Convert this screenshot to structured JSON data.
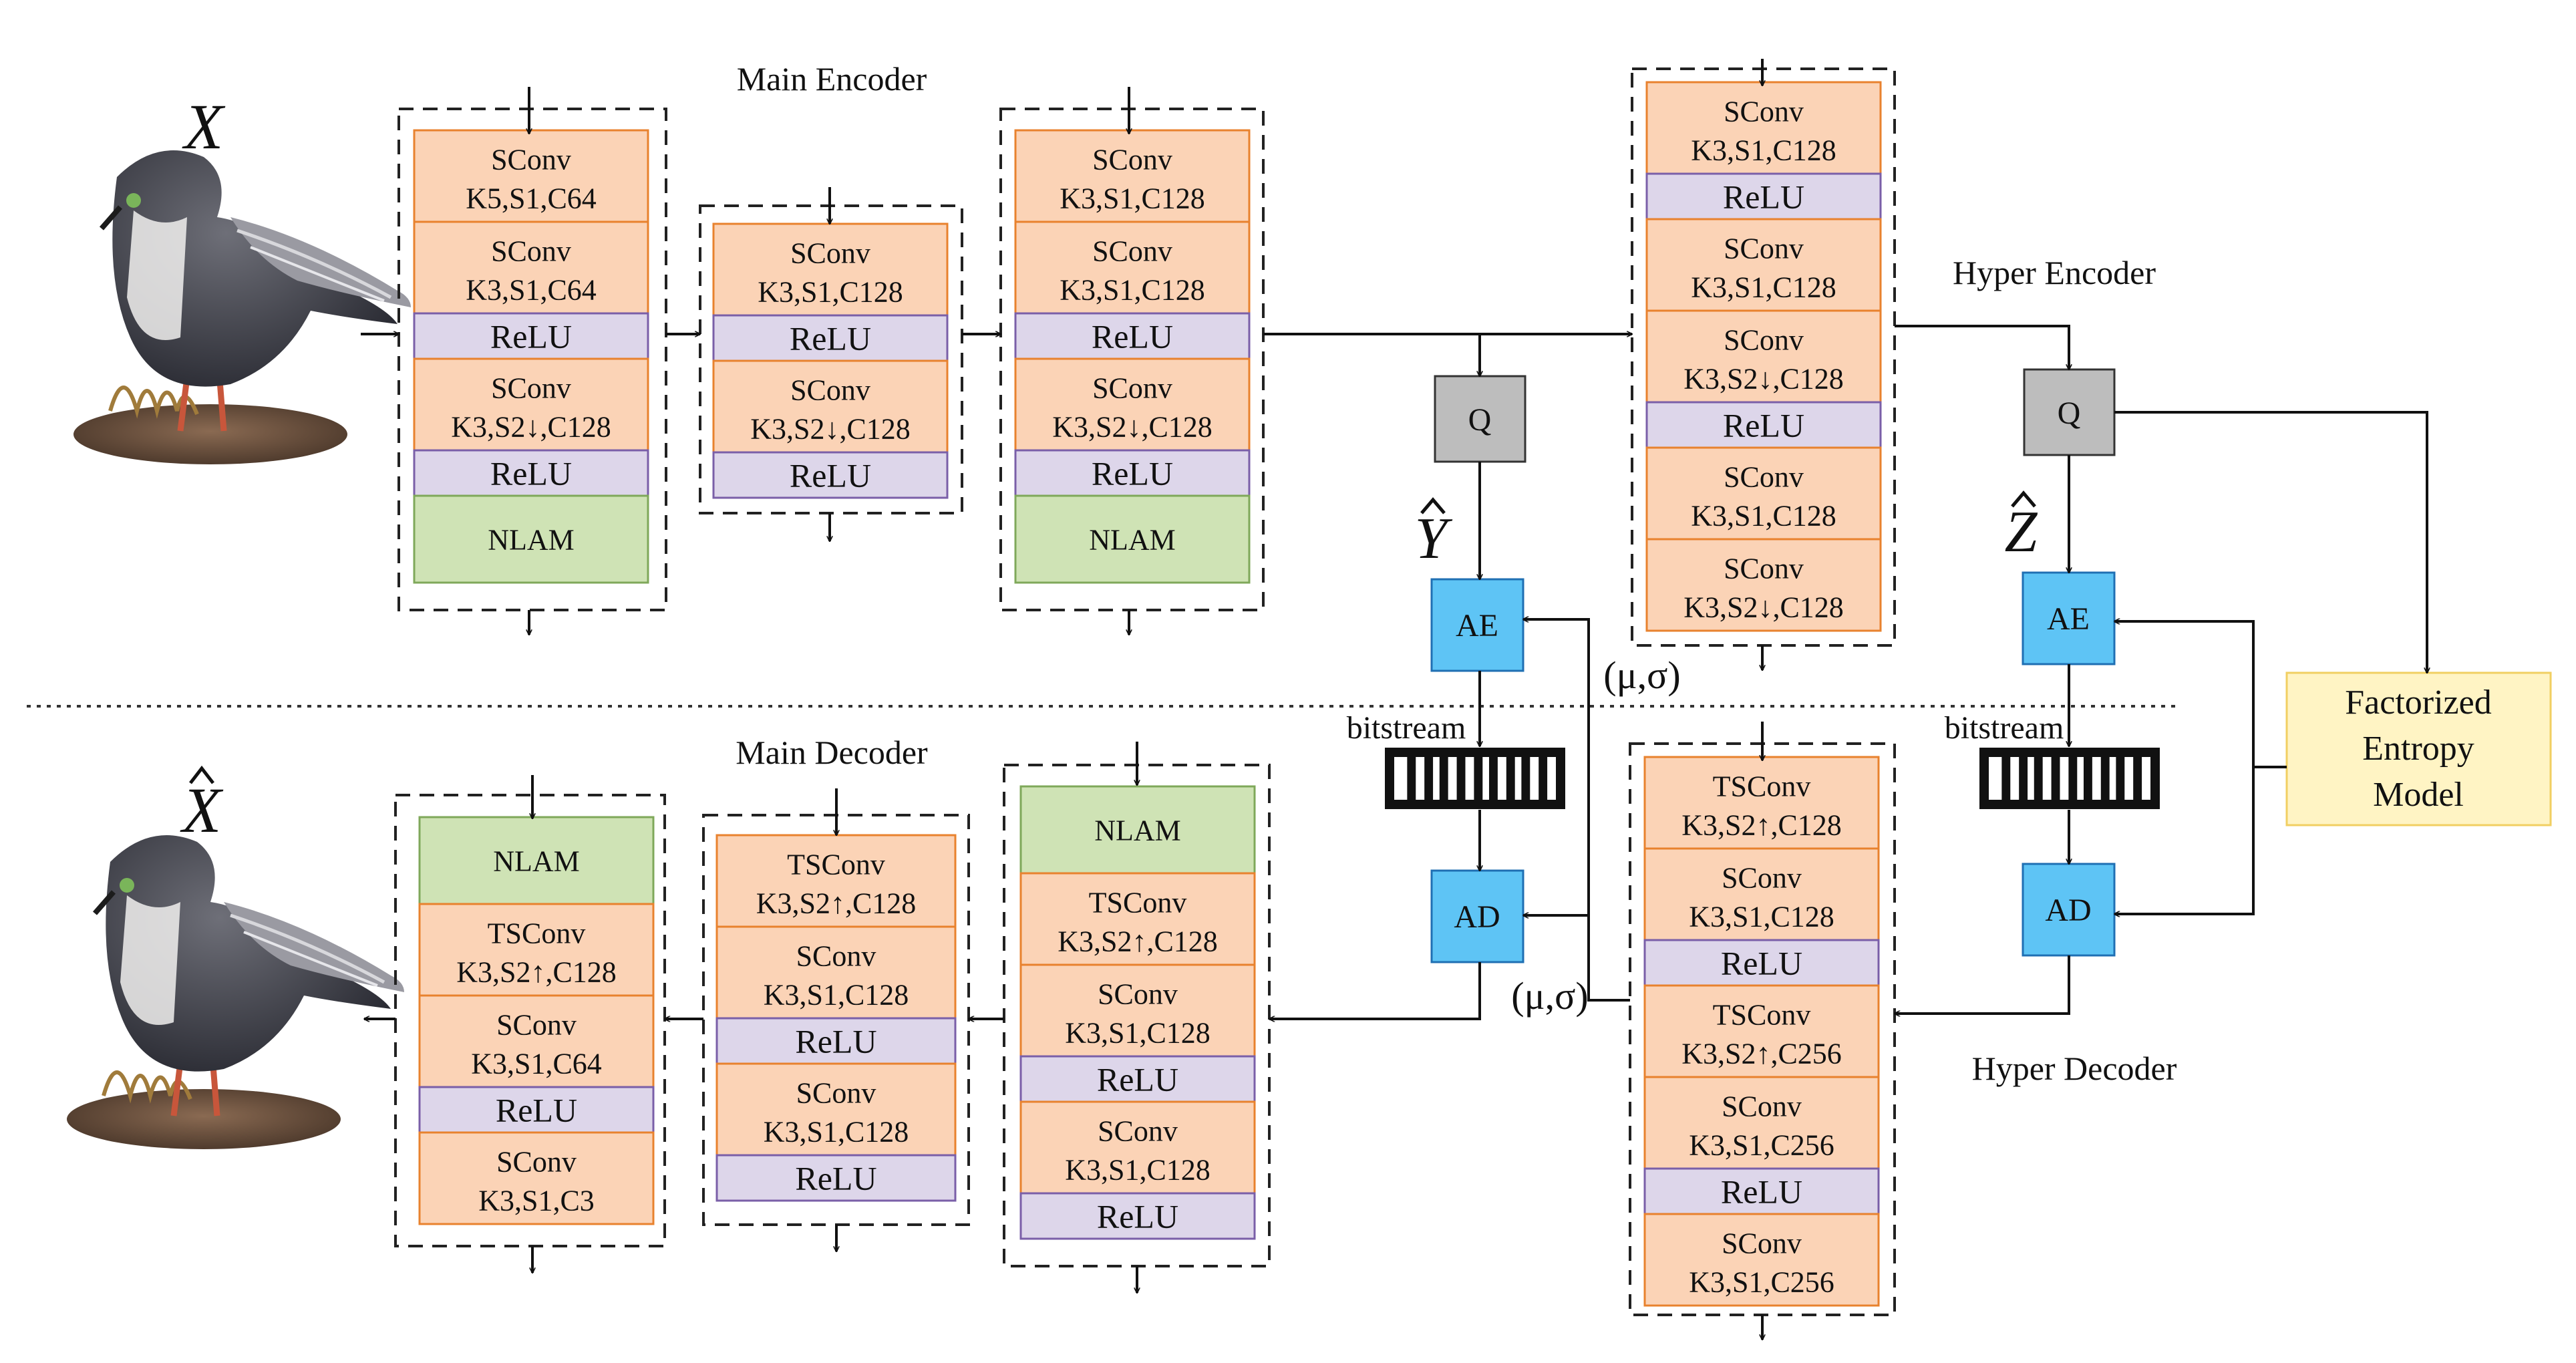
{
  "labels": {
    "main_encoder": "Main Encoder",
    "main_decoder": "Main Decoder",
    "hyper_encoder": "Hyper Encoder",
    "hyper_decoder": "Hyper Decoder",
    "x": "X",
    "x_hat": "X",
    "y_hat": "Y",
    "z_hat": "Z",
    "mu_sigma_top": "(μ,σ)",
    "mu_sigma_bottom": "(μ,σ)",
    "bitstream_left": "bitstream",
    "bitstream_right": "bitstream"
  },
  "nodes": {
    "q_main": "Q",
    "q_hyper": "Q",
    "ae_main": "AE",
    "ae_hyper": "AE",
    "ad_main": "AD",
    "ad_hyper": "AD",
    "factorized_entropy_model": [
      "Factorized",
      "Entropy",
      "Model"
    ]
  },
  "colors": {
    "conv_fill": "#fbd3b6",
    "relu_fill": "#ddd6ea",
    "nlam_fill": "#cfe3b5",
    "entropy_coder_fill": "#5ec4f5",
    "quantizer_fill": "#bdbdbd",
    "factorized_model_fill": "#fff4c4"
  },
  "main_encoder_groups": [
    [
      {
        "type": "conv",
        "lines": [
          "SConv",
          "K5,S1,C64"
        ]
      },
      {
        "type": "conv",
        "lines": [
          "SConv",
          "K3,S1,C64"
        ]
      },
      {
        "type": "relu",
        "lines": [
          "ReLU"
        ]
      },
      {
        "type": "conv",
        "lines": [
          "SConv",
          "K3,S2↓,C128"
        ]
      },
      {
        "type": "relu",
        "lines": [
          "ReLU"
        ]
      },
      {
        "type": "nlam",
        "lines": [
          "NLAM"
        ]
      }
    ],
    [
      {
        "type": "conv",
        "lines": [
          "SConv",
          "K3,S1,C128"
        ]
      },
      {
        "type": "relu",
        "lines": [
          "ReLU"
        ]
      },
      {
        "type": "conv",
        "lines": [
          "SConv",
          "K3,S2↓,C128"
        ]
      },
      {
        "type": "relu",
        "lines": [
          "ReLU"
        ]
      }
    ],
    [
      {
        "type": "conv",
        "lines": [
          "SConv",
          "K3,S1,C128"
        ]
      },
      {
        "type": "conv",
        "lines": [
          "SConv",
          "K3,S1,C128"
        ]
      },
      {
        "type": "relu",
        "lines": [
          "ReLU"
        ]
      },
      {
        "type": "conv",
        "lines": [
          "SConv",
          "K3,S2↓,C128"
        ]
      },
      {
        "type": "relu",
        "lines": [
          "ReLU"
        ]
      },
      {
        "type": "nlam",
        "lines": [
          "NLAM"
        ]
      }
    ]
  ],
  "hyper_encoder": [
    {
      "type": "conv",
      "lines": [
        "SConv",
        "K3,S1,C128"
      ]
    },
    {
      "type": "relu",
      "lines": [
        "ReLU"
      ]
    },
    {
      "type": "conv",
      "lines": [
        "SConv",
        "K3,S1,C128"
      ]
    },
    {
      "type": "conv",
      "lines": [
        "SConv",
        "K3,S2↓,C128"
      ]
    },
    {
      "type": "relu",
      "lines": [
        "ReLU"
      ]
    },
    {
      "type": "conv",
      "lines": [
        "SConv",
        "K3,S1,C128"
      ]
    },
    {
      "type": "conv",
      "lines": [
        "SConv",
        "K3,S2↓,C128"
      ]
    }
  ],
  "main_decoder_groups": [
    [
      {
        "type": "nlam",
        "lines": [
          "NLAM"
        ]
      },
      {
        "type": "conv",
        "lines": [
          "TSConv",
          "K3,S2↑,C128"
        ]
      },
      {
        "type": "conv",
        "lines": [
          "SConv",
          "K3,S1,C64"
        ]
      },
      {
        "type": "relu",
        "lines": [
          "ReLU"
        ]
      },
      {
        "type": "conv",
        "lines": [
          "SConv",
          "K3,S1,C3"
        ]
      }
    ],
    [
      {
        "type": "conv",
        "lines": [
          "TSConv",
          "K3,S2↑,C128"
        ]
      },
      {
        "type": "conv",
        "lines": [
          "SConv",
          "K3,S1,C128"
        ]
      },
      {
        "type": "relu",
        "lines": [
          "ReLU"
        ]
      },
      {
        "type": "conv",
        "lines": [
          "SConv",
          "K3,S1,C128"
        ]
      },
      {
        "type": "relu",
        "lines": [
          "ReLU"
        ]
      }
    ],
    [
      {
        "type": "nlam",
        "lines": [
          "NLAM"
        ]
      },
      {
        "type": "conv",
        "lines": [
          "TSConv",
          "K3,S2↑,C128"
        ]
      },
      {
        "type": "conv",
        "lines": [
          "SConv",
          "K3,S1,C128"
        ]
      },
      {
        "type": "relu",
        "lines": [
          "ReLU"
        ]
      },
      {
        "type": "conv",
        "lines": [
          "SConv",
          "K3,S1,C128"
        ]
      },
      {
        "type": "relu",
        "lines": [
          "ReLU"
        ]
      }
    ]
  ],
  "hyper_decoder": [
    {
      "type": "conv",
      "lines": [
        "TSConv",
        "K3,S2↑,C128"
      ]
    },
    {
      "type": "conv",
      "lines": [
        "SConv",
        "K3,S1,C128"
      ]
    },
    {
      "type": "relu",
      "lines": [
        "ReLU"
      ]
    },
    {
      "type": "conv",
      "lines": [
        "TSConv",
        "K3,S2↑,C256"
      ]
    },
    {
      "type": "conv",
      "lines": [
        "SConv",
        "K3,S1,C256"
      ]
    },
    {
      "type": "relu",
      "lines": [
        "ReLU"
      ]
    },
    {
      "type": "conv",
      "lines": [
        "SConv",
        "K3,S1,C256"
      ]
    }
  ]
}
